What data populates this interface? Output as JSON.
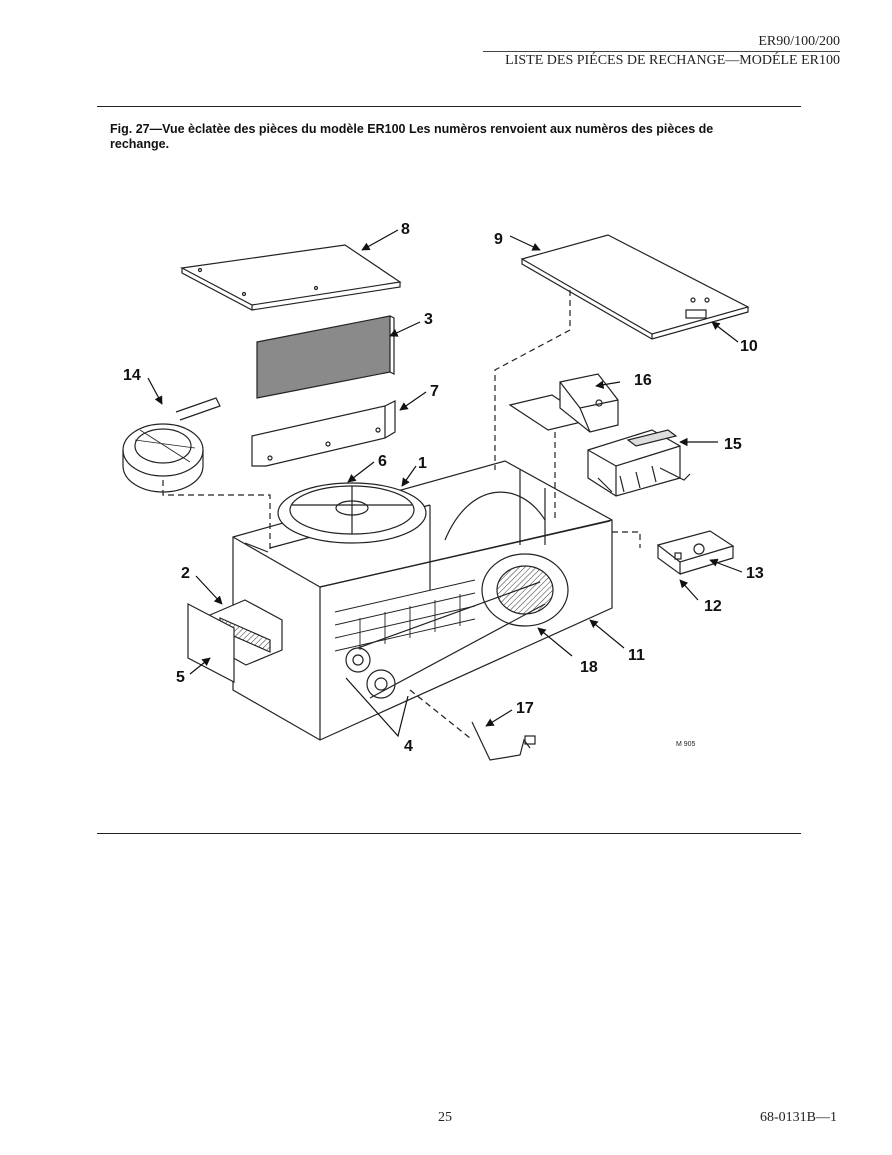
{
  "header": {
    "model_line": "ER90/100/200",
    "title_line": "LISTE DES PIÉCES DE RECHANGE—MODÉLE ER100"
  },
  "figure": {
    "caption": "Fig. 27—Vue èclatèe des pièces du modèle ER100 Les numèros renvoient aux numèros des pièces de rechange.",
    "drawing_ref": "M 905",
    "callouts": {
      "c1": "1",
      "c2": "2",
      "c3": "3",
      "c4": "4",
      "c5": "5",
      "c6": "6",
      "c7": "7",
      "c8": "8",
      "c9": "9",
      "c10": "10",
      "c11": "11",
      "c12": "12",
      "c13": "13",
      "c14": "14",
      "c15": "15",
      "c16": "16",
      "c17": "17",
      "c18": "18"
    }
  },
  "footer": {
    "page_number": "25",
    "doc_number": "68-0131B—1"
  }
}
